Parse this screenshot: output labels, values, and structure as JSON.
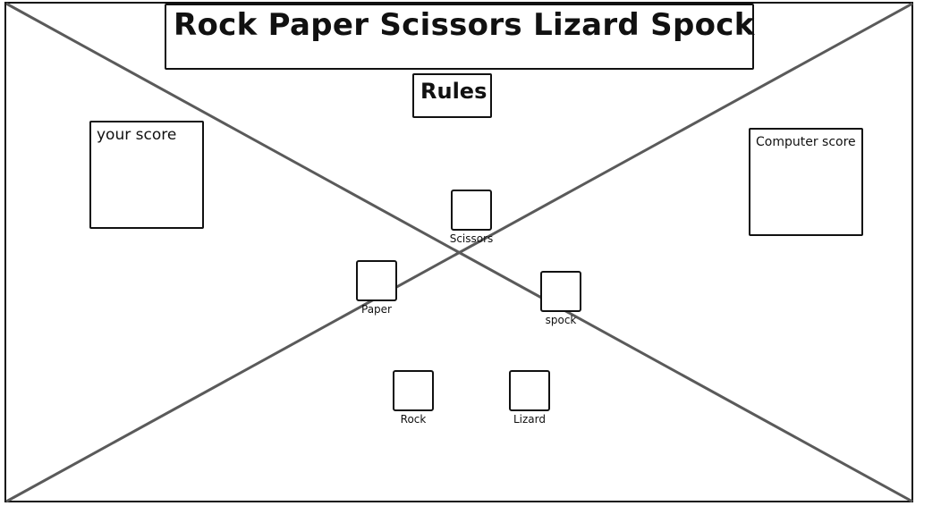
{
  "header": {
    "title": "Rock Paper Scissors Lizard Spock",
    "rules_label": "Rules"
  },
  "scores": {
    "player_label": "your score",
    "computer_label": "Computer score"
  },
  "choices": [
    {
      "id": "scissors",
      "label": "Scissors"
    },
    {
      "id": "paper",
      "label": "Paper"
    },
    {
      "id": "spock",
      "label": "spock"
    },
    {
      "id": "rock",
      "label": "Rock"
    },
    {
      "id": "lizard",
      "label": "Lizard"
    }
  ],
  "colors": {
    "stroke": "#111111",
    "cross": "#5a5a5a",
    "background": "#ffffff"
  }
}
